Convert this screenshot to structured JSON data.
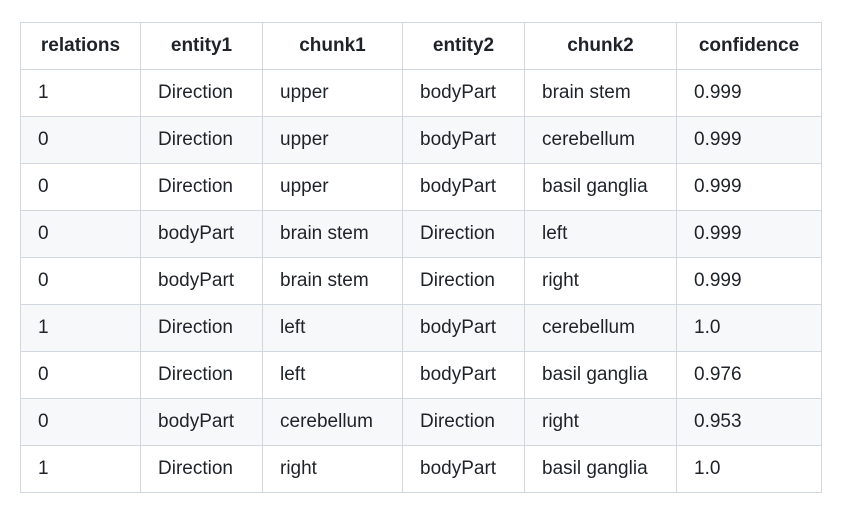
{
  "table": {
    "columns": [
      "relations",
      "entity1",
      "chunk1",
      "entity2",
      "chunk2",
      "confidence"
    ],
    "rows": [
      [
        "1",
        "Direction",
        "upper",
        "bodyPart",
        "brain stem",
        "0.999"
      ],
      [
        "0",
        "Direction",
        "upper",
        "bodyPart",
        "cerebellum",
        "0.999"
      ],
      [
        "0",
        "Direction",
        "upper",
        "bodyPart",
        "basil ganglia",
        "0.999"
      ],
      [
        "0",
        "bodyPart",
        "brain stem",
        "Direction",
        "left",
        "0.999"
      ],
      [
        "0",
        "bodyPart",
        "brain stem",
        "Direction",
        "right",
        "0.999"
      ],
      [
        "1",
        "Direction",
        "left",
        "bodyPart",
        "cerebellum",
        "1.0"
      ],
      [
        "0",
        "Direction",
        "left",
        "bodyPart",
        "basil ganglia",
        "0.976"
      ],
      [
        "0",
        "bodyPart",
        "cerebellum",
        "Direction",
        "right",
        "0.953"
      ],
      [
        "1",
        "Direction",
        "right",
        "bodyPart",
        "basil ganglia",
        "1.0"
      ]
    ]
  }
}
